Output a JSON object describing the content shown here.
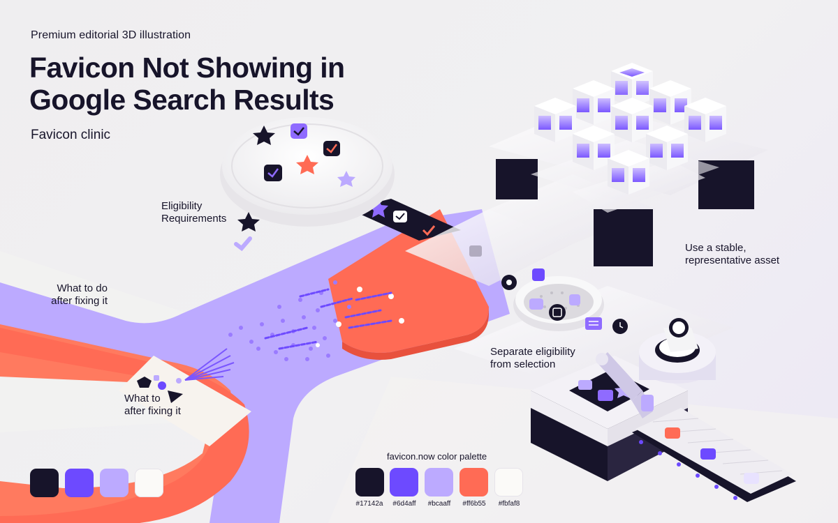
{
  "header": {
    "eyebrow": "Premium editorial 3D illustration",
    "title_line1": "Favicon Not Showing in",
    "title_line2": "Google Search Results",
    "subtitle": "Favicon clinic"
  },
  "callouts": {
    "eligibility_line1": "Eligibility",
    "eligibility_line2": "Requirements",
    "what_to_do_upper_line1": "What to do",
    "what_to_do_upper_line2": "after fixing it",
    "what_to_lower_line1": "What to",
    "what_to_lower_line2": "after fixing it",
    "stable_asset_line1": "Use a stable,",
    "stable_asset_line2": "representative asset",
    "separate_line1": "Separate eligibility",
    "separate_line2": "from selection"
  },
  "colors": {
    "dark": "#17142a",
    "violet": "#6d4aff",
    "lavender": "#bcaaff",
    "coral": "#ff6b55",
    "cream": "#fbfaf8"
  },
  "palette_left": {
    "swatches": [
      "#17142a",
      "#6d4aff",
      "#bcaaff",
      "#fbfaf8"
    ]
  },
  "palette_right": {
    "title": "favicon.now color palette",
    "swatches": [
      {
        "color": "#17142a",
        "label": "#17142a"
      },
      {
        "color": "#6d4aff",
        "label": "#6d4aff"
      },
      {
        "color": "#bcaaff",
        "label": "#bcaaff"
      },
      {
        "color": "#ff6b55",
        "label": "#ff6b55"
      },
      {
        "color": "#fbfaf8",
        "label": "#fbfaf8"
      }
    ]
  },
  "icons": {
    "badge_icons": [
      "star-icon",
      "check-badge-icon",
      "hexagon-icon",
      "triangle-icon"
    ],
    "cube_grid": "glowing-cube-icon"
  }
}
